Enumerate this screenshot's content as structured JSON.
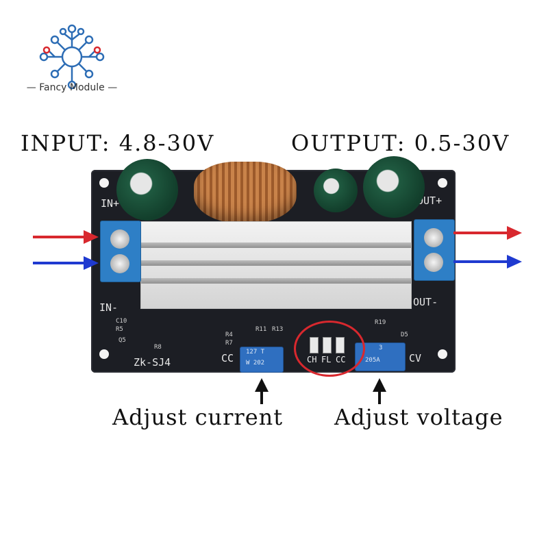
{
  "brand": {
    "name": "Fancy Module",
    "colors": {
      "blue": "#2d6db5",
      "red": "#d8282e"
    }
  },
  "specs": {
    "input": "INPUT: 4.8-30V",
    "output": "OUTPUT: 0.5-30V"
  },
  "board": {
    "terminals": {
      "in_plus": "IN+",
      "in_minus": "IN-",
      "out_plus": "OUT+",
      "out_minus": "OUT-"
    },
    "model": "Zk-SJ4",
    "components": [
      "C10",
      "R5",
      "Q5",
      "R8",
      "R4",
      "R7",
      "R11",
      "R13",
      "R19",
      "D5"
    ],
    "pots": {
      "current": {
        "label": "CC",
        "code_top": "127 T",
        "code_bottom": "W 202"
      },
      "voltage": {
        "label": "CV",
        "code_top": "3",
        "code_bottom": "205A"
      }
    },
    "indicators": [
      "CH",
      "FL",
      "CC"
    ]
  },
  "captions": {
    "adjust_current": "Adjust current",
    "adjust_voltage": "Adjust voltage"
  }
}
